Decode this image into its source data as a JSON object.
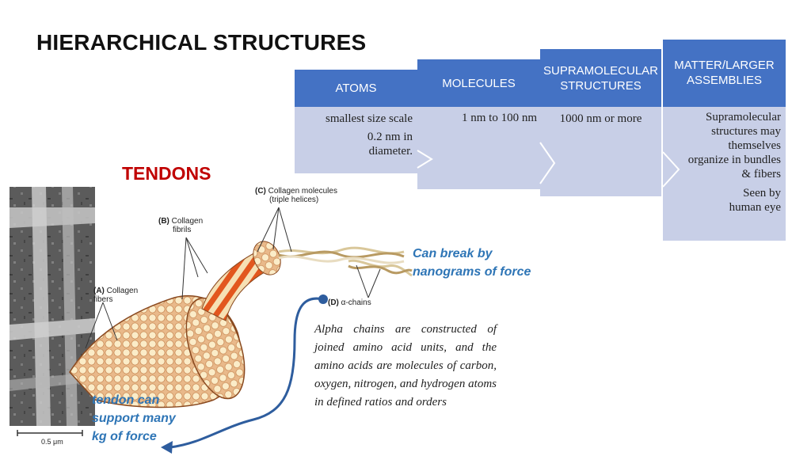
{
  "title": "HIERARCHICAL STRUCTURES",
  "columns": [
    {
      "header": "ATOMS",
      "body": [
        "smallest size scale",
        "0.2 nm in diameter."
      ]
    },
    {
      "header": "MOLECULES",
      "body": [
        "1 nm to 100 nm"
      ]
    },
    {
      "header": "SUPRAMOLECULAR STRUCTURES",
      "body": [
        "1000 nm or more"
      ]
    },
    {
      "header": "MATTER/LARGER ASSEMBLIES",
      "body": [
        "Supramolecular structures may themselves organize in bundles & fibers",
        "Seen by human eye"
      ]
    }
  ],
  "tendons_label": "TENDONS",
  "can_break": [
    "Can break by",
    "nanograms of force"
  ],
  "tendon_support": [
    "tendon can",
    "support many",
    "kg of force"
  ],
  "alpha_text": "Alpha chains are constructed of joined amino acid units, and the amino acids are molecules of carbon, oxygen, nitrogen, and hydrogen atoms in defined ratios and orders",
  "diagram_labels": {
    "a_letter": "(A)",
    "a_text": [
      "Collagen",
      "fibers"
    ],
    "b_letter": "(B)",
    "b_text": [
      "Collagen",
      "fibrils"
    ],
    "c_letter": "(C)",
    "c_text": [
      "Collagen molecules",
      "(triple helices)"
    ],
    "d_letter": "(D)",
    "d_text": "α-chains",
    "scale": "0.5 μm"
  },
  "colors": {
    "header_blue": "#4472c4",
    "body_lavender": "#c8cfe7",
    "accent_red": "#c00000",
    "accent_blue": "#2e75b6",
    "fibril_orange": "#e2571e",
    "fibril_cream": "#f6e0b4"
  }
}
